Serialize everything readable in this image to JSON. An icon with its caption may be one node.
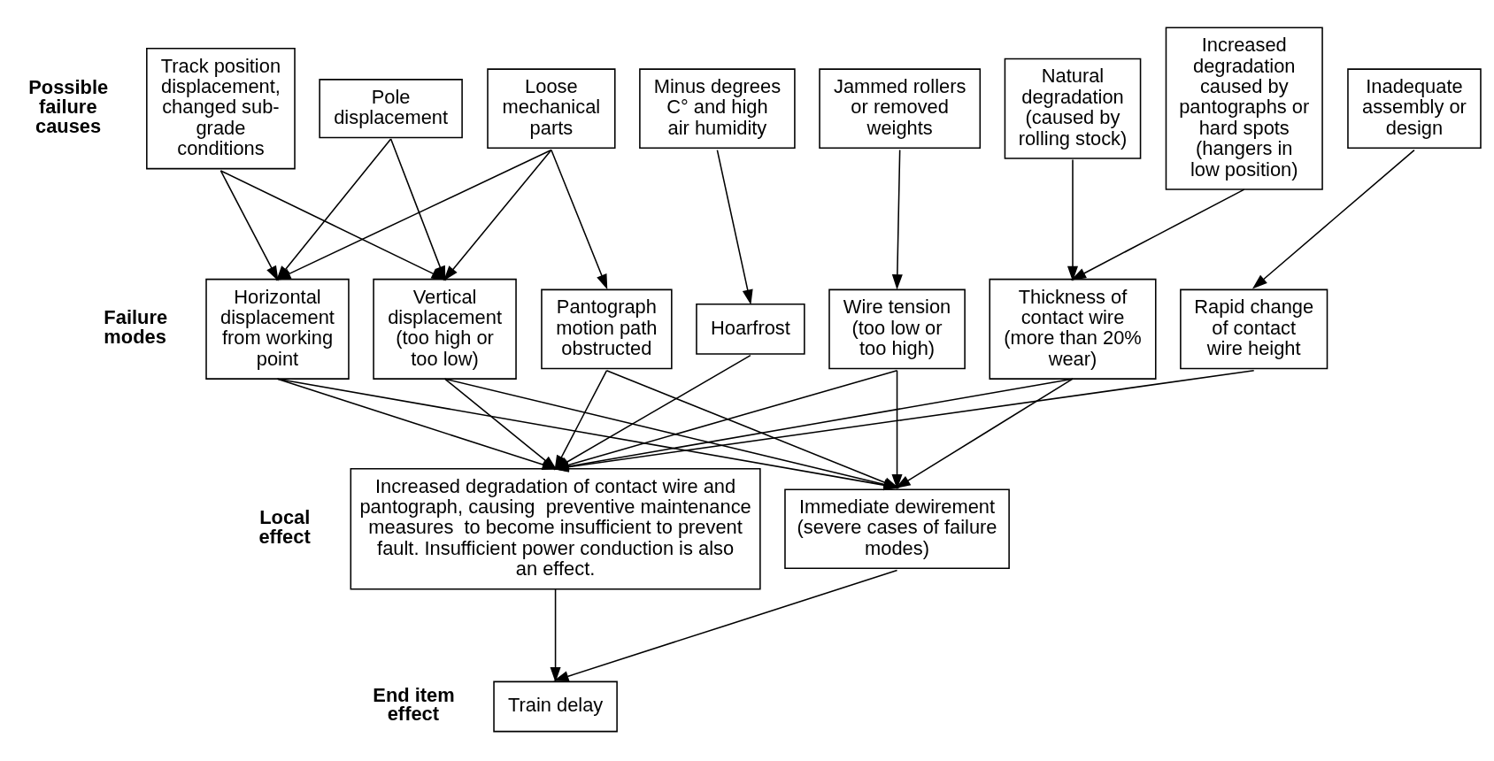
{
  "diagram": {
    "nodes": [
      {
        "text": [
          "Track position displacement, changed sub-grade conditions"
        ]
      },
      {
        "text": [
          "Pole displacement"
        ]
      },
      {
        "text": [
          "Loose mechanical parts"
        ]
      },
      {
        "text": [
          "Minus degrees C° and high air humidity"
        ]
      },
      {
        "text": [
          "Jammed rollers or removed weights"
        ]
      },
      {
        "text": [
          "Natural degradation (caused by rolling stock)"
        ]
      },
      {
        "text": [
          "Increased degradation caused by pantographs or hard spots (hangers in low position)"
        ]
      },
      {
        "text": [
          "Inadequate assembly or design"
        ]
      },
      {
        "text": [
          "Horizontal displacement from working point"
        ]
      },
      {
        "text": [
          "Vertical displacement (too high or too low)"
        ]
      },
      {
        "text": [
          "Pantograph motion path obstructed"
        ]
      },
      {
        "text": [
          "Hoarfrost"
        ]
      },
      {
        "text": [
          "Wire tension (too low or too high)"
        ]
      },
      {
        "text": [
          "Thickness of contact wire (more than 20% wear)"
        ]
      },
      {
        "text": [
          "Rapid change of contact wire height"
        ]
      },
      {
        "text": [
          "Increased degradation of contact wire and pantograph, causing  preventive maintenance measures  to become insufficient to prevent fault. Insufficient power conduction is also an effect."
        ]
      },
      {
        "text": [
          "Immediate dewirement (severe cases of failure modes)"
        ]
      },
      {
        "text": [
          "Train delay"
        ]
      }
    ],
    "edges": [
      {
        "from": 0,
        "to": 8,
        "arrow": "to"
      },
      {
        "from": 0,
        "to": 9,
        "arrow": "to"
      },
      {
        "from": 1,
        "to": 8,
        "arrow": "to"
      },
      {
        "from": 1,
        "to": 9,
        "arrow": "to"
      },
      {
        "from": 2,
        "to": 8,
        "arrow": "to"
      },
      {
        "from": 2,
        "to": 9,
        "arrow": "to"
      },
      {
        "from": 2,
        "to": 10,
        "arrow": "to"
      },
      {
        "from": 3,
        "to": 11,
        "arrow": "to"
      },
      {
        "from": 4,
        "to": 12,
        "arrow": "to"
      },
      {
        "from": 5,
        "to": 13,
        "arrow": "to"
      },
      {
        "from": 6,
        "to": 13,
        "arrow": "to"
      },
      {
        "from": 7,
        "to": 14,
        "arrow": "to"
      },
      {
        "from": 8,
        "to": 15,
        "arrow": "to"
      },
      {
        "from": 8,
        "to": 16,
        "arrow": "to"
      },
      {
        "from": 9,
        "to": 15,
        "arrow": "to"
      },
      {
        "from": 9,
        "to": 16,
        "arrow": "to"
      },
      {
        "from": 10,
        "to": 15,
        "arrow": "to"
      },
      {
        "from": 10,
        "to": 16,
        "arrow": "to"
      },
      {
        "from": 11,
        "to": 15,
        "arrow": "to"
      },
      {
        "from": 12,
        "to": 15,
        "arrow": "to"
      },
      {
        "from": 12,
        "to": 16,
        "arrow": "to"
      },
      {
        "from": 13,
        "to": 15,
        "arrow": "to"
      },
      {
        "from": 13,
        "to": 16,
        "arrow": "to"
      },
      {
        "from": 14,
        "to": 15,
        "arrow": "to"
      },
      {
        "from": 15,
        "to": 17,
        "arrow": "to"
      },
      {
        "from": 16,
        "to": 17,
        "arrow": "to"
      }
    ],
    "labels": [
      "Possible failure causes",
      "Failure modes",
      "Local effect",
      "End item effect"
    ]
  }
}
